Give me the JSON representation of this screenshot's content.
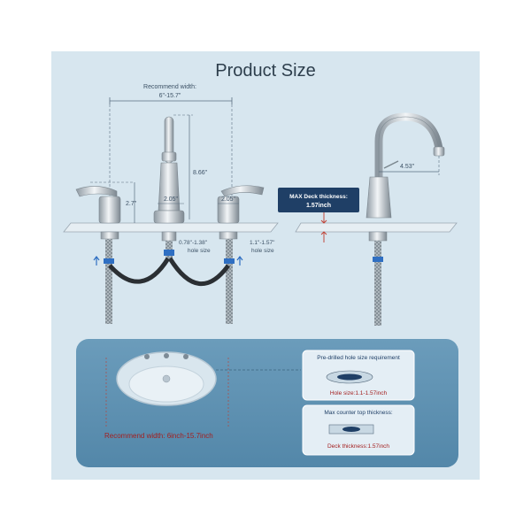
{
  "title": "Product Size",
  "front": {
    "recommend_width_label": "Recommend width:",
    "recommend_width_value": "6\"-15.7\"",
    "spout_height": "8.66\"",
    "handle_height": "2.7\"",
    "base_diameter_center": "2.05\"",
    "base_diameter_right": "2.05\"",
    "center_hole_size": "0.78\"-1.38\"",
    "center_hole_label": "hole size",
    "side_hole_size": "1.1\"-1.57\"",
    "side_hole_label": "hole size"
  },
  "side": {
    "reach": "4.53\"",
    "max_deck_label": "MAX Deck thickness:",
    "max_deck_value": "1.57inch"
  },
  "bottom": {
    "recommend_text": "Recommend width: 6inch-15.7inch",
    "hole_box_title": "Pre-drilled hole size requirement",
    "hole_box_value": "Hole size:1.1-1.57inch",
    "deck_box_title": "Max counter top thickness:",
    "deck_box_value": "Deck thickness:1.57inch"
  },
  "colors": {
    "panel": "#d7e6ef",
    "bottom_panel": "#5f93b4",
    "label_dark": "#1f3f66",
    "accent_red": "#c0392b"
  }
}
